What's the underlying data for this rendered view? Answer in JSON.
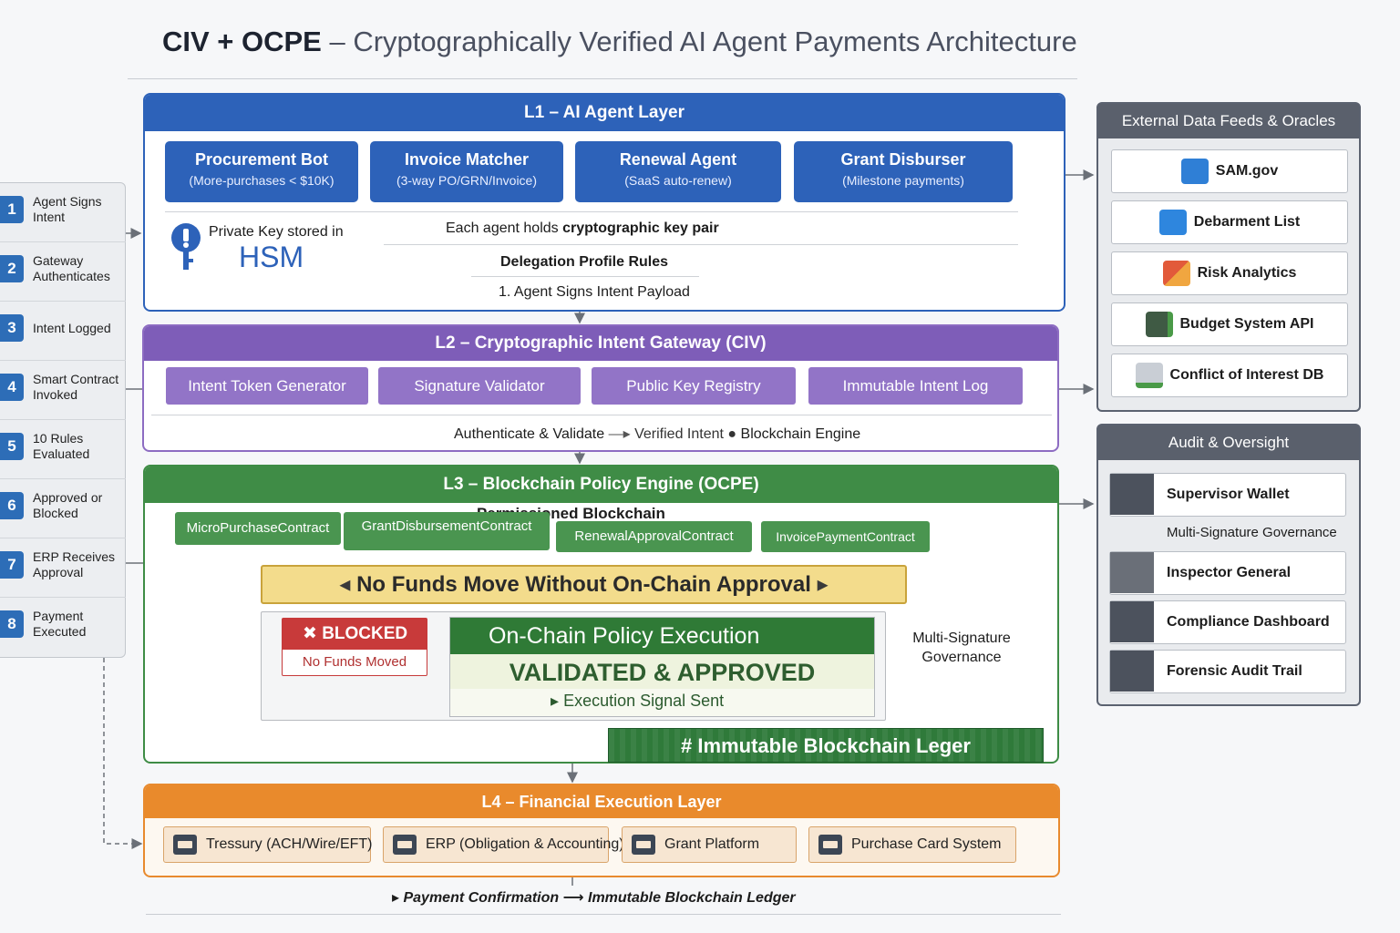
{
  "title": {
    "bold": "CIV + OCPE",
    "dash": " – ",
    "light": "Cryptographically Verified AI Agent Payments Architecture"
  },
  "steps": [
    {
      "num": "1",
      "label": "Agent Signs Intent"
    },
    {
      "num": "2",
      "label": "Gateway Authenticates"
    },
    {
      "num": "3",
      "label": "Intent Logged"
    },
    {
      "num": "4",
      "label": "Smart Contract Invoked"
    },
    {
      "num": "5",
      "label": "10 Rules Evaluated"
    },
    {
      "num": "6",
      "label": "Approved or Blocked"
    },
    {
      "num": "7",
      "label": "ERP Receives Approval"
    },
    {
      "num": "8",
      "label": "Payment Executed"
    }
  ],
  "l1": {
    "title": "L1 – AI Agent Layer",
    "agents": [
      {
        "name": "Procurement Bot",
        "sub": "(More-purchases < $10K)"
      },
      {
        "name": "Invoice Matcher",
        "sub": "(3-way PO/GRN/Invoice)"
      },
      {
        "name": "Renewal Agent",
        "sub": "(SaaS auto-renew)"
      },
      {
        "name": "Grant Disburser",
        "sub": "(Milestone payments)"
      }
    ],
    "hsm_prefix": "Private Key stored in",
    "hsm": "HSM",
    "key_pair_prefix": "Each agent holds",
    "key_pair_bold": "cryptographic key pair",
    "delegation": "Delegation Profile Rules",
    "payload": "1. Agent Signs Intent Payload"
  },
  "l2": {
    "title": "L2 – Cryptographic Intent Gateway (CIV)",
    "components": [
      "Intent Token Generator",
      "Signature Validator",
      "Public Key Registry",
      "Immutable Intent Log"
    ],
    "flow_a": "Authenticate & Validate",
    "flow_b": "Verified Intent",
    "flow_c": "Blockchain Engine"
  },
  "l3": {
    "title": "L3 – Blockchain Policy Engine (OCPE)",
    "permissioned": "Permissioned Blockchain",
    "contracts": [
      "MicroPurchaseContract",
      "GrantDisbursementContract",
      "RenewalApprovalContract",
      "InvoicePaymentContract"
    ],
    "banner": "No Funds Move Without On-Chain Approval",
    "blocked": "BLOCKED",
    "blocked_sub": "No Funds Moved",
    "exec_title": "On-Chain Policy Execution",
    "validated": "VALIDATED & APPROVED",
    "signal": "Execution Signal Sent",
    "multisig": "Multi-Signature Governance",
    "ledger": "Immutable Blockchain Leger"
  },
  "l4": {
    "title": "L4 – Financial Execution Layer",
    "systems": [
      "Tressury (ACH/Wire/EFT)",
      "ERP (Obligation & Accounting)",
      "Grant Platform",
      "Purchase Card System"
    ]
  },
  "external": {
    "title": "External Data Feeds & Oracles",
    "feeds": [
      {
        "label": "SAM.gov",
        "icon": "document-icon",
        "color": "#2f7fd6"
      },
      {
        "label": "Debarment List",
        "icon": "trend-icon",
        "color": "#2e86de"
      },
      {
        "label": "Risk Analytics",
        "icon": "blocks-icon",
        "color": "#e25a3a"
      },
      {
        "label": "Budget System API",
        "icon": "wallet-icon",
        "color": "#4a9a48"
      },
      {
        "label": "Conflict of Interest DB",
        "icon": "calendar-icon",
        "color": "#8c96a4"
      }
    ]
  },
  "audit": {
    "title": "Audit & Oversight",
    "items": [
      {
        "label": "Supervisor Wallet",
        "icon": "wallet-icon"
      },
      {
        "label": "Inspector General",
        "icon": "person-icon"
      },
      {
        "label": "Compliance Dashboard",
        "icon": "dashboard-icon"
      },
      {
        "label": "Forensic Audit Trail",
        "icon": "audit-trail-icon"
      }
    ],
    "multisig": "Multi-Signature Governance"
  },
  "footer": {
    "a": "Payment Confirmation",
    "b": "Immutable Blockchain Ledger"
  }
}
